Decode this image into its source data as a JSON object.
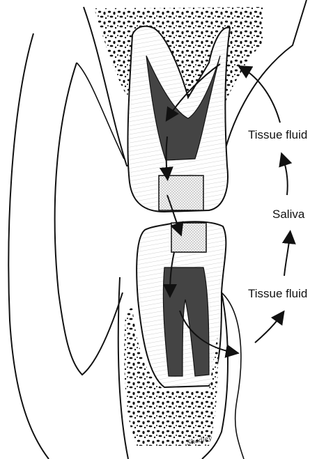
{
  "labels": {
    "tissue_fluid_top": "Tissue fluid",
    "saliva": "Saliva",
    "tissue_fluid_bottom": "Tissue fluid"
  },
  "signature": "Shadley"
}
